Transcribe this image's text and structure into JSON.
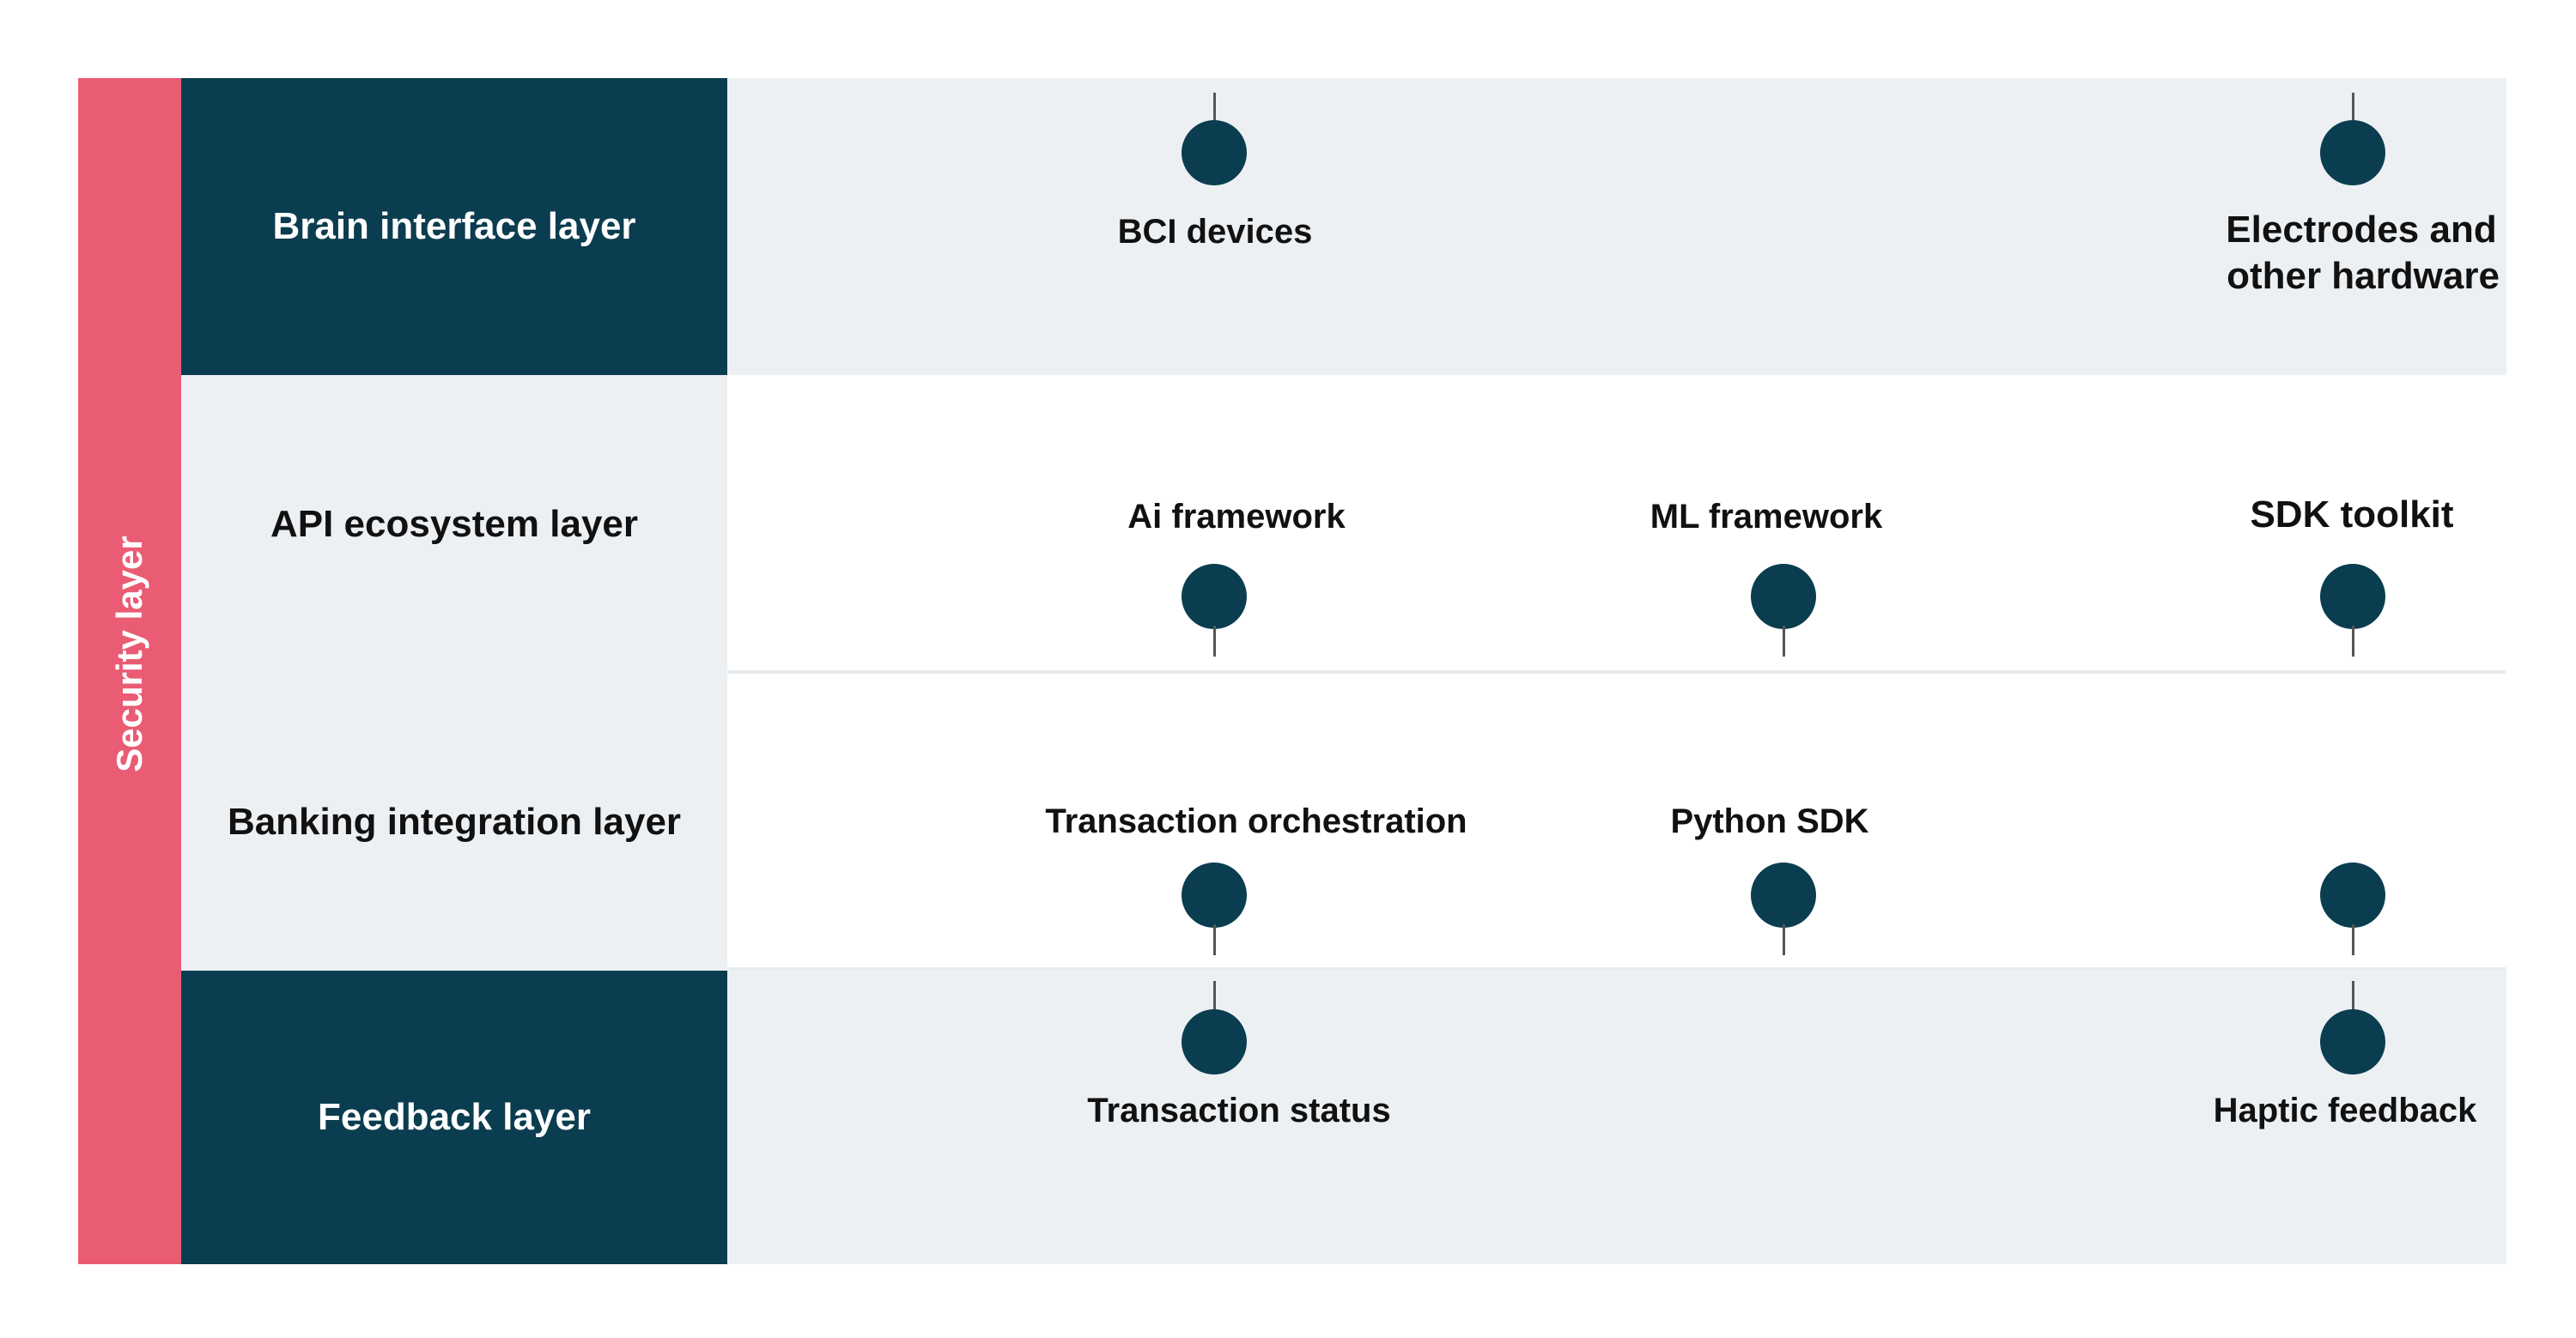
{
  "security_layer": {
    "label": "Security layer"
  },
  "layers": [
    {
      "label": "Brain interface layer",
      "items": [
        "BCI devices",
        "Electrodes and",
        "other hardware"
      ]
    },
    {
      "label": "API ecosystem layer",
      "items": [
        "Ai framework",
        "ML framework",
        "SDK toolkit"
      ]
    },
    {
      "label": "Banking integration layer",
      "items": [
        "Transaction orchestration",
        "Python SDK"
      ]
    },
    {
      "label": "Feedback layer",
      "items": [
        "Transaction status",
        "Haptic feedback"
      ]
    }
  ],
  "colors": {
    "security_bar": "#ea5b74",
    "dark_cell": "#0a3d4f",
    "light_cell": "#edf0f3",
    "node": "#0a3d4f"
  }
}
